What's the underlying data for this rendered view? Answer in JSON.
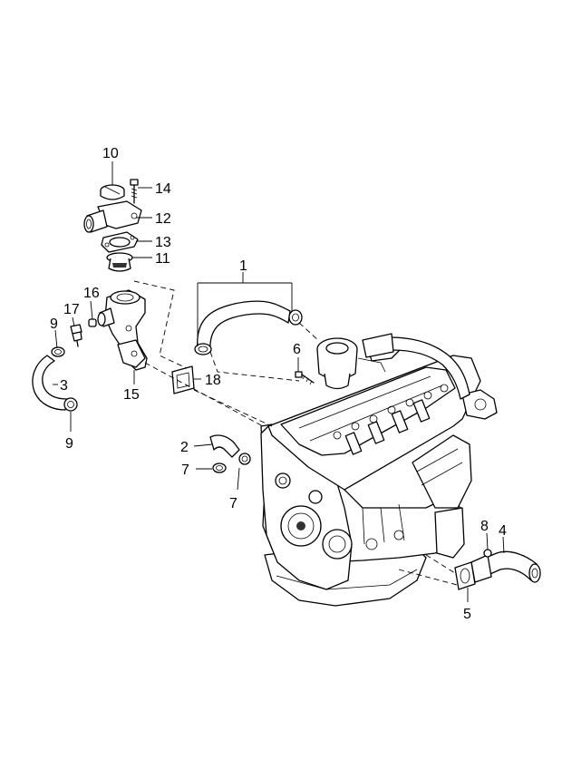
{
  "callouts": {
    "c1": "1",
    "c2": "2",
    "c3": "3",
    "c4": "4",
    "c5": "5",
    "c6": "6",
    "c7a": "7",
    "c7b": "7",
    "c8": "8",
    "c9a": "9",
    "c9b": "9",
    "c10": "10",
    "c11": "11",
    "c12": "12",
    "c13": "13",
    "c14": "14",
    "c15": "15",
    "c16": "16",
    "c17": "17",
    "c18": "18"
  }
}
